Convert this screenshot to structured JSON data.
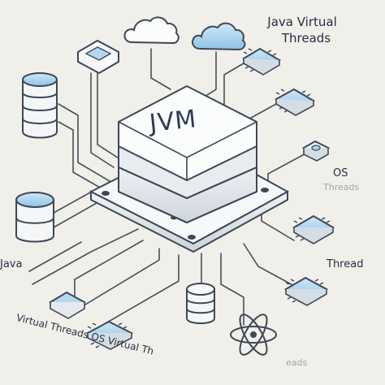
{
  "labels": {
    "title_line1": "Java Virtual",
    "title_line2": "Threads",
    "jvm": "JVM",
    "os_a": "OS",
    "os_b": "Threads",
    "thread": "Thread",
    "java": "Java",
    "bottom_left": "Virtual Threads OS Virtual Th",
    "bottom_right": "eads"
  },
  "colors": {
    "background": "#f1efe9",
    "accent_blue": "#a9d3ee",
    "chip_blue": "#8fc3e6",
    "line": "#45505c",
    "box_fill": "#f8f9fa"
  },
  "icons": [
    "cloud-icon",
    "database-icon",
    "cpu-chip-icon",
    "disk-icon",
    "atom-icon",
    "server-stack-icon"
  ]
}
